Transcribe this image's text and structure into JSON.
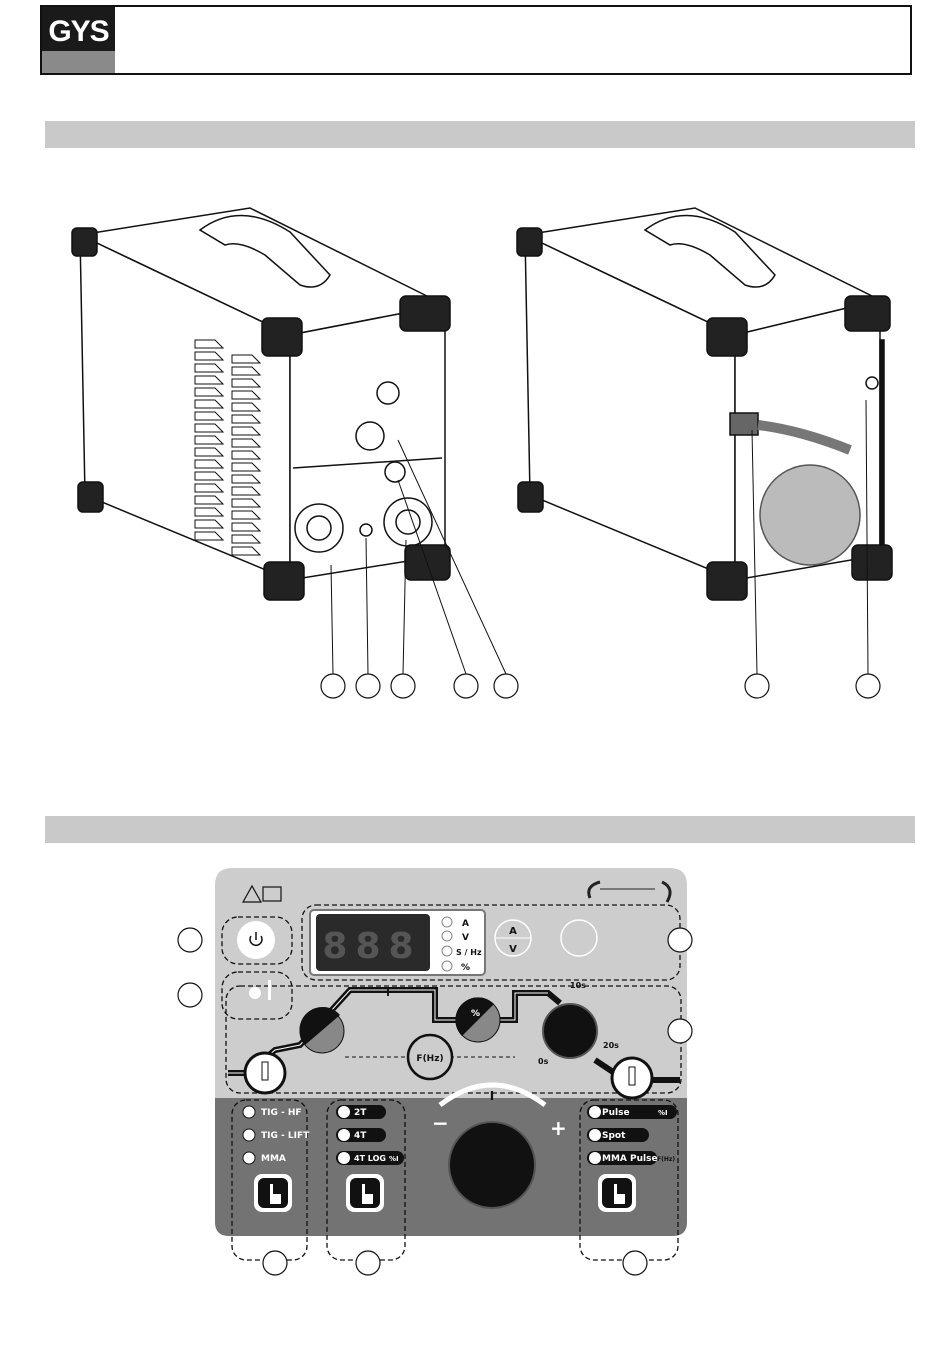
{
  "header": {
    "logo": "GYS"
  },
  "panel": {
    "display_digits": "888",
    "units": [
      "A",
      "V",
      "S / Hz",
      "%"
    ],
    "av_button": {
      "top": "A",
      "bottom": "V"
    },
    "ramp_labels": {
      "t10": "10s",
      "t20": "20s",
      "t0": "0s",
      "freq": "F(Hz)",
      "current": "I",
      "pct": "%"
    },
    "process_modes": [
      "TIG - HF",
      "TIG - LIFT",
      "MMA"
    ],
    "trigger_modes": [
      "2T",
      "4T",
      "4T LOG",
      "%I"
    ],
    "pulse_modes": [
      "Pulse",
      "Spot",
      "MMA Pulse"
    ],
    "pulse_tags": {
      "pulse_f": "F(Hz)",
      "pulse_i": "%I",
      "mma_f": "F(Hz)"
    },
    "knob_signs": {
      "minus": "−",
      "plus": "+",
      "current": "I"
    }
  },
  "colors": {
    "panel_light": "#cdcdcd",
    "panel_dark": "#737373",
    "bar": "#c9c9c9"
  }
}
